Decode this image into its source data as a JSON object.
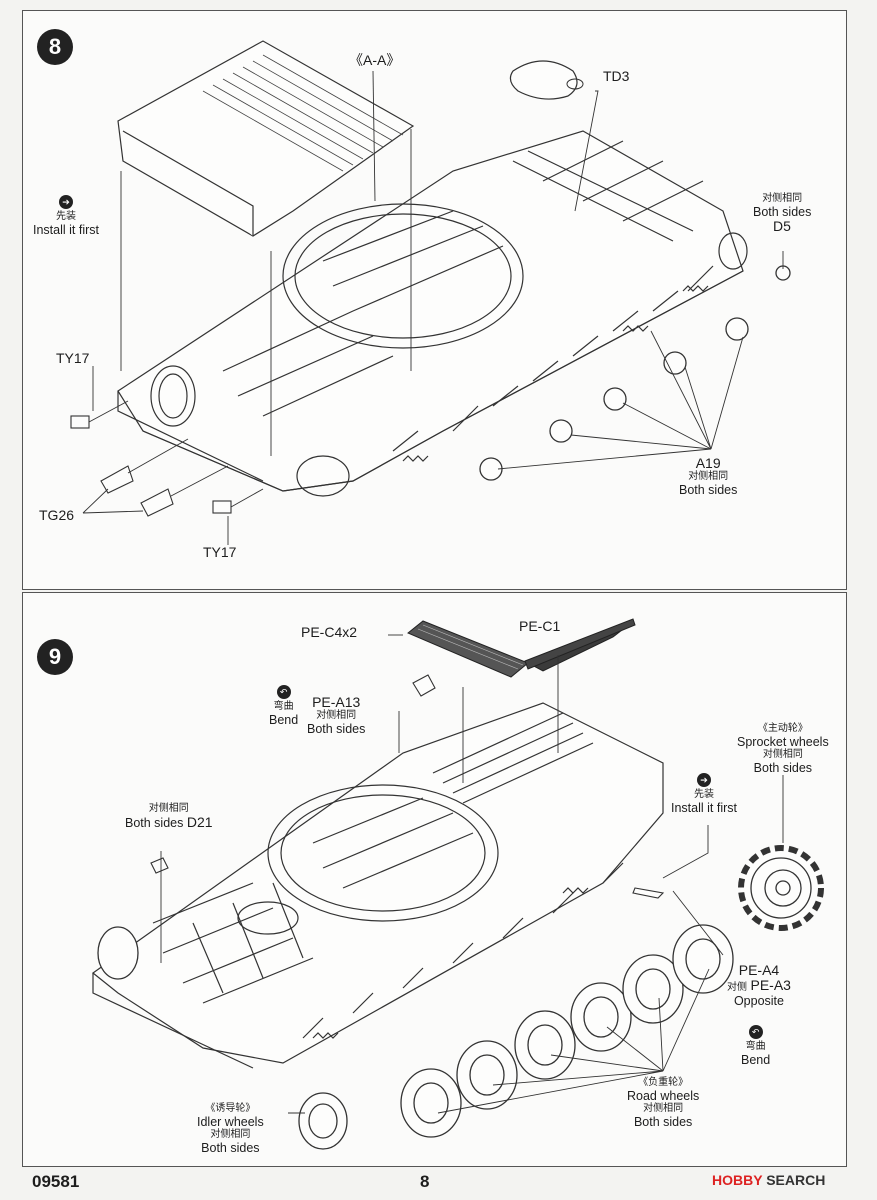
{
  "steps": {
    "step8": {
      "number": "8",
      "labels": {
        "section": "《A-A》",
        "td3": "TD3",
        "install_cn": "先装",
        "install_en": "Install it first",
        "both_cn": "对侧相同",
        "both_en": "Both sides",
        "d5": "D5",
        "ty17_top": "TY17",
        "tg26": "TG26",
        "ty17_bottom": "TY17",
        "a19": "A19",
        "a19_both_cn": "对侧相同",
        "a19_both_en": "Both sides"
      }
    },
    "step9": {
      "number": "9",
      "labels": {
        "pec4": "PE-C4x2",
        "pec1": "PE-C1",
        "bend_cn": "弯曲",
        "bend_en": "Bend",
        "pea13": "PE-A13",
        "pea13_both_cn": "对侧相同",
        "pea13_both_en": "Both sides",
        "sprocket_cn": "《主动轮》",
        "sprocket_en": "Sprocket wheels",
        "sprocket_both_cn": "对侧相同",
        "sprocket_both_en": "Both sides",
        "install_cn": "先装",
        "install_en": "Install it first",
        "d21_both_cn": "对侧相同",
        "d21_both_en": "Both sides",
        "d21": "D21",
        "pea4": "PE-A4",
        "pea3_cn": "对侧",
        "pea3": "PE-A3",
        "opposite": "Opposite",
        "bend2_cn": "弯曲",
        "bend2_en": "Bend",
        "road_cn": "《负重轮》",
        "road_en": "Road wheels",
        "road_both_cn": "对侧相同",
        "road_both_en": "Both sides",
        "idler_cn": "《诱导轮》",
        "idler_en": "Idler wheels",
        "idler_both_cn": "对侧相同",
        "idler_both_en": "Both sides"
      }
    }
  },
  "footer": {
    "code": "09581",
    "page": "8",
    "watermark_brand": "HOBBY",
    "watermark_rest": " SEARCH"
  },
  "icons": {
    "install_first": "arrow-right-icon",
    "bend": "bend-icon"
  }
}
